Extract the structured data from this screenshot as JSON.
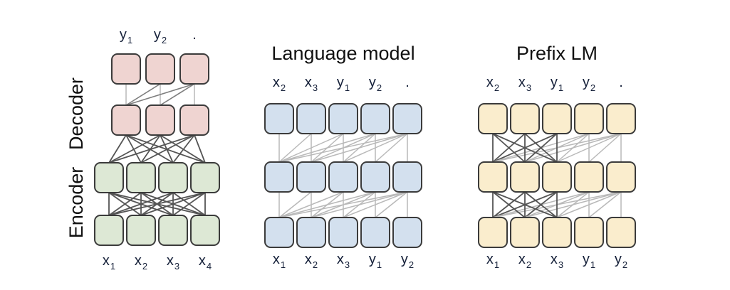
{
  "figure": {
    "background": "#ffffff",
    "panels": [
      {
        "id": "encoder-decoder",
        "title": "",
        "side_labels": [
          {
            "name": "decoder-side-label",
            "text": "Decoder"
          },
          {
            "name": "encoder-side-label",
            "text": "Encoder"
          }
        ],
        "top_tokens": [
          {
            "base": "y",
            "sub": "1"
          },
          {
            "base": "y",
            "sub": "2"
          },
          {
            "base": ".",
            "sub": ""
          }
        ],
        "bottom_tokens": [
          {
            "base": "x",
            "sub": "1"
          },
          {
            "base": "x",
            "sub": "2"
          },
          {
            "base": "x",
            "sub": "3"
          },
          {
            "base": "x",
            "sub": "4"
          }
        ],
        "decoder_color": "#EFD4D1",
        "encoder_color": "#DDE8D5",
        "decoder_rows": 2,
        "decoder_cols": 3,
        "encoder_rows": 2,
        "encoder_cols": 4
      },
      {
        "id": "language-model",
        "title": "Language model",
        "top_tokens": [
          {
            "base": "x",
            "sub": "2"
          },
          {
            "base": "x",
            "sub": "3"
          },
          {
            "base": "y",
            "sub": "1"
          },
          {
            "base": "y",
            "sub": "2"
          },
          {
            "base": ".",
            "sub": ""
          }
        ],
        "bottom_tokens": [
          {
            "base": "x",
            "sub": "1"
          },
          {
            "base": "x",
            "sub": "2"
          },
          {
            "base": "x",
            "sub": "3"
          },
          {
            "base": "y",
            "sub": "1"
          },
          {
            "base": "y",
            "sub": "2"
          }
        ],
        "node_color": "#D3E0EE",
        "rows": 3,
        "cols": 5
      },
      {
        "id": "prefix-lm",
        "title": "Prefix LM",
        "top_tokens": [
          {
            "base": "x",
            "sub": "2"
          },
          {
            "base": "x",
            "sub": "3"
          },
          {
            "base": "y",
            "sub": "1"
          },
          {
            "base": "y",
            "sub": "2"
          },
          {
            "base": ".",
            "sub": ""
          }
        ],
        "bottom_tokens": [
          {
            "base": "x",
            "sub": "1"
          },
          {
            "base": "x",
            "sub": "2"
          },
          {
            "base": "x",
            "sub": "3"
          },
          {
            "base": "y",
            "sub": "1"
          },
          {
            "base": "y",
            "sub": "2"
          }
        ],
        "node_color": "#FAEDCD",
        "rows": 3,
        "cols": 5,
        "prefix_length": 3
      }
    ],
    "node_stroke": "#3b3b3b",
    "edge_color": "#7e7e7e",
    "text_color": "#111111",
    "token_color": "#16213a"
  }
}
